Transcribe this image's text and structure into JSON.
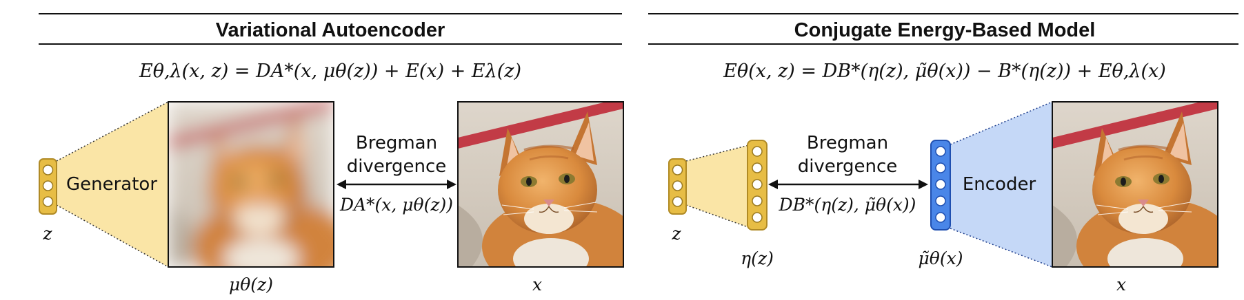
{
  "vae": {
    "title": "Variational Autoencoder",
    "equation": "Eθ,λ(x, z) = DA*(x, μθ(z)) + E(x) + Eλ(z)",
    "generator_label": "Generator",
    "z_label": "z",
    "recon_label": "μθ(z)",
    "x_label": "x",
    "divergence_line1": "Bregman",
    "divergence_line2": "divergence",
    "divergence_formula": "DA*(x, μθ(z))"
  },
  "cebm": {
    "title": "Conjugate Energy-Based Model",
    "equation": "Eθ(x, z) = DB*(η(z), μ̃θ(x)) − B*(η(z)) + Eθ,λ(x)",
    "encoder_label": "Encoder",
    "z_label": "z",
    "eta_label": "η(z)",
    "mu_label": "μ̃θ(x)",
    "x_label": "x",
    "divergence_line1": "Bregman",
    "divergence_line2": "divergence",
    "divergence_formula": "DB*(η(z), μ̃θ(x))"
  },
  "colors": {
    "generator_fill": "#fae5a6",
    "generator_node": "#e7bd45",
    "encoder_fill": "#c5d8f7",
    "encoder_node": "#4a86e8",
    "cat_fur": "#d98a3d"
  },
  "images": {
    "blurred_cat": "blurred-cat-image",
    "sharp_cat": "cat-photo"
  }
}
